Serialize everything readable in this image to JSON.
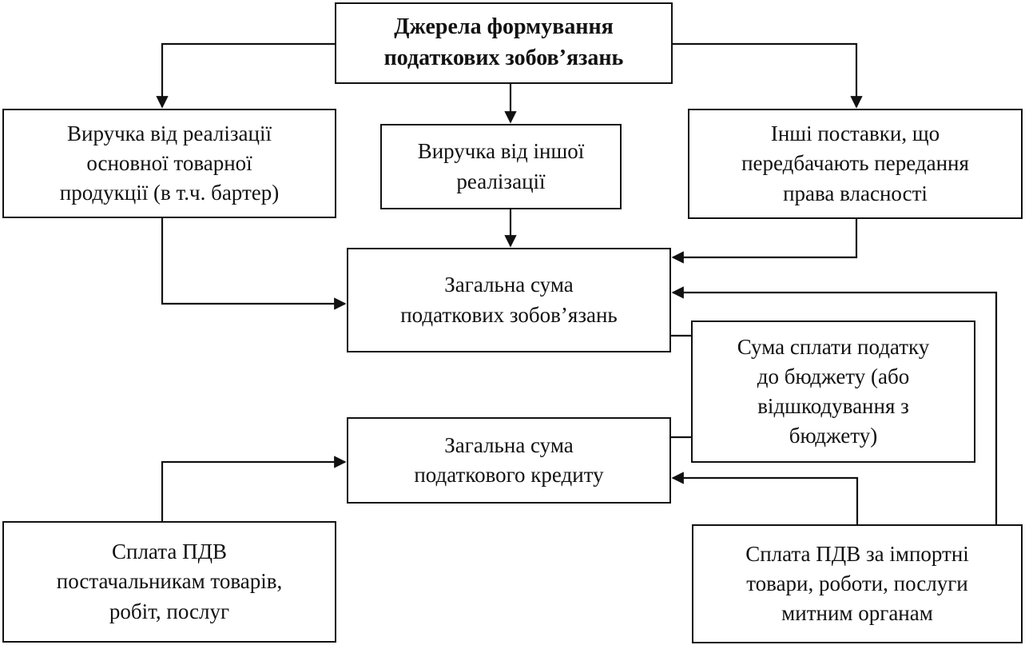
{
  "diagram": {
    "root": {
      "lines": "Джерела формування\nподаткових зобов’язань"
    },
    "sources": {
      "main_sales": {
        "lines": "Виручка від реалізації\nосновної товарної\nпродукції (в т.ч. бартер)"
      },
      "other_sales": {
        "lines": "Виручка від іншої\nреалізації"
      },
      "other_supplies": {
        "lines": "Інші поставки, що\nпередбачають передання\nправа власності"
      }
    },
    "total_liabilities": {
      "lines": "Загальна сума\nподаткових зобов’язань"
    },
    "budget_payment": {
      "lines": "Сума сплати податку\nдо бюджету (або\nвідшкодування з\nбюджету)"
    },
    "total_credit": {
      "lines": "Загальна сума\nподаткового кредиту"
    },
    "vat_suppliers": {
      "lines": "Сплата ПДВ\nпостачальникам товарів,\nробіт, послуг"
    },
    "vat_import": {
      "lines": "Сплата ПДВ за імпортні\nтовари, роботи, послуги\nмитним органам"
    }
  }
}
